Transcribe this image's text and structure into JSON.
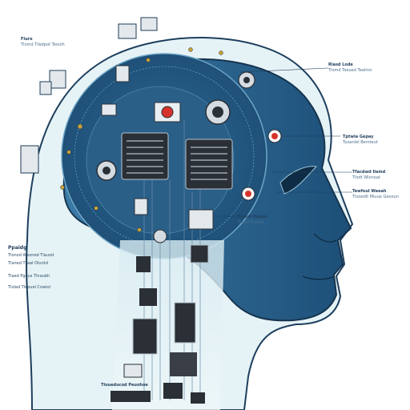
{
  "labels": [
    {
      "id": "top-left",
      "title": "Fluro",
      "sub": "Tlomd Tlwdpot Teoulh"
    },
    {
      "id": "right-1",
      "title": "Rlasd Lode",
      "sub": "Tlomd Toeued Tealmo"
    },
    {
      "id": "right-2",
      "title": "Tptwla Gepay",
      "sub": "Tuoanlel Bemteut"
    },
    {
      "id": "right-3",
      "title": "Tfacdwd Ilemd",
      "sub": "Tlodt Wlonoat"
    },
    {
      "id": "right-4",
      "title": "Tewfoul Weeah",
      "sub": "Tlooedlt Mluue Geooun"
    },
    {
      "id": "center-1",
      "title": "Tlaedl Rdaue",
      "sub": "Tlaod Tloued"
    },
    {
      "id": "bottom-1",
      "title": "Tloueducod Peuohoe",
      "sub": ""
    }
  ],
  "side_panel": {
    "heading": "Ppaidg",
    "lines": [
      "Tlonod Weoned Tlauod",
      "Tlaned Tlwal Oluntd",
      "Tlaed Pgeus Tlnaubh",
      "Tlolad Tleouel Cowiol"
    ]
  },
  "colors": {
    "deep_blue": "#1e4f77",
    "mid_blue": "#3b78a3",
    "light_blue": "#cfe6ef",
    "pale_cyan": "#e8f4f7",
    "accent_red": "#d6332a",
    "chip_dark": "#2b2f36"
  }
}
